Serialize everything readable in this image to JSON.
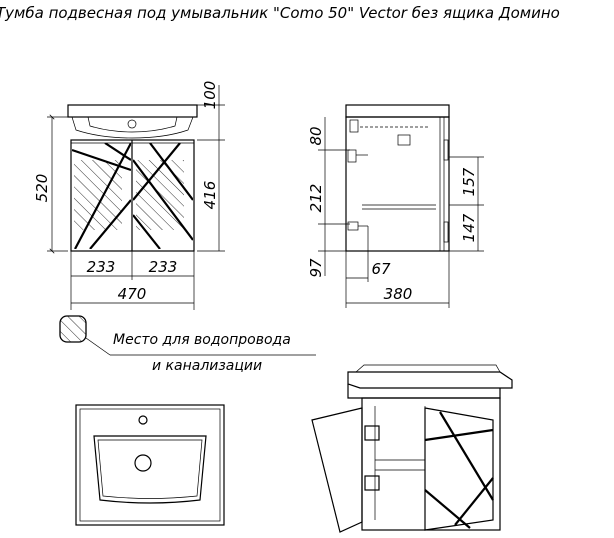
{
  "title": "Тумба подвесная под умывальник \"Como 50\" Vector без ящика Домино",
  "front_view": {
    "height_total": "520",
    "height_sink": "100",
    "height_body": "416",
    "door_left_width": "233",
    "door_right_width": "233",
    "total_width": "470"
  },
  "side_view": {
    "dim_top": "80",
    "dim_middle": "212",
    "dim_bottom": "97",
    "dim_shelf_upper": "157",
    "dim_shelf_lower": "147",
    "dim_offset": "67",
    "depth": "380"
  },
  "legend": {
    "line1": "Место для водопровода",
    "line2": "и канализации"
  }
}
